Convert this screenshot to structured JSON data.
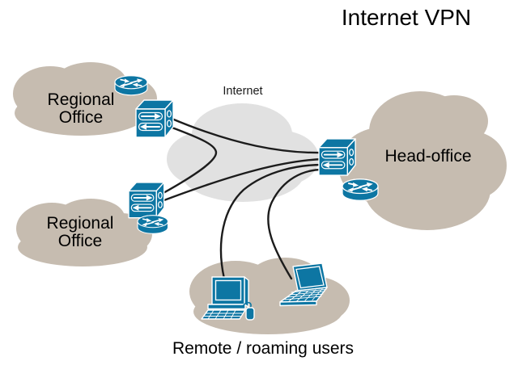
{
  "title": "Internet VPN",
  "colors": {
    "device": "#0d76a3",
    "cloud_tan": "#c6bcb0",
    "cloud_gray": "#e1e1e1",
    "line": "#1c1c1c",
    "text": "#000000"
  },
  "labels": {
    "internet_cloud": "Internet",
    "head_office": "Head-office",
    "regional_office_top": {
      "line1": "Regional",
      "line2": "Office"
    },
    "regional_office_bottom": {
      "line1": "Regional",
      "line2": "Office"
    },
    "remote_users": "Remote / roaming users"
  },
  "icons": {
    "router": "cisco-router-cylinder-with-arrows",
    "vpn_gateway": "vpn-gateway-box-with-bidirectional-arrows",
    "desktop": "desktop-computer-with-keyboard-and-mouse",
    "laptop": "laptop-computer"
  },
  "devices": {
    "routers": 3,
    "vpn_gateways": 3,
    "desktops": 1,
    "laptops": 1
  },
  "connections": [
    {
      "from": "regional-office-top-vpn",
      "to": "head-office-vpn"
    },
    {
      "from": "regional-office-top-vpn",
      "to": "regional-office-bottom-vpn"
    },
    {
      "from": "regional-office-bottom-vpn",
      "to": "head-office-vpn"
    },
    {
      "from": "remote-desktop",
      "to": "head-office-vpn"
    },
    {
      "from": "remote-laptop",
      "to": "head-office-vpn"
    }
  ]
}
